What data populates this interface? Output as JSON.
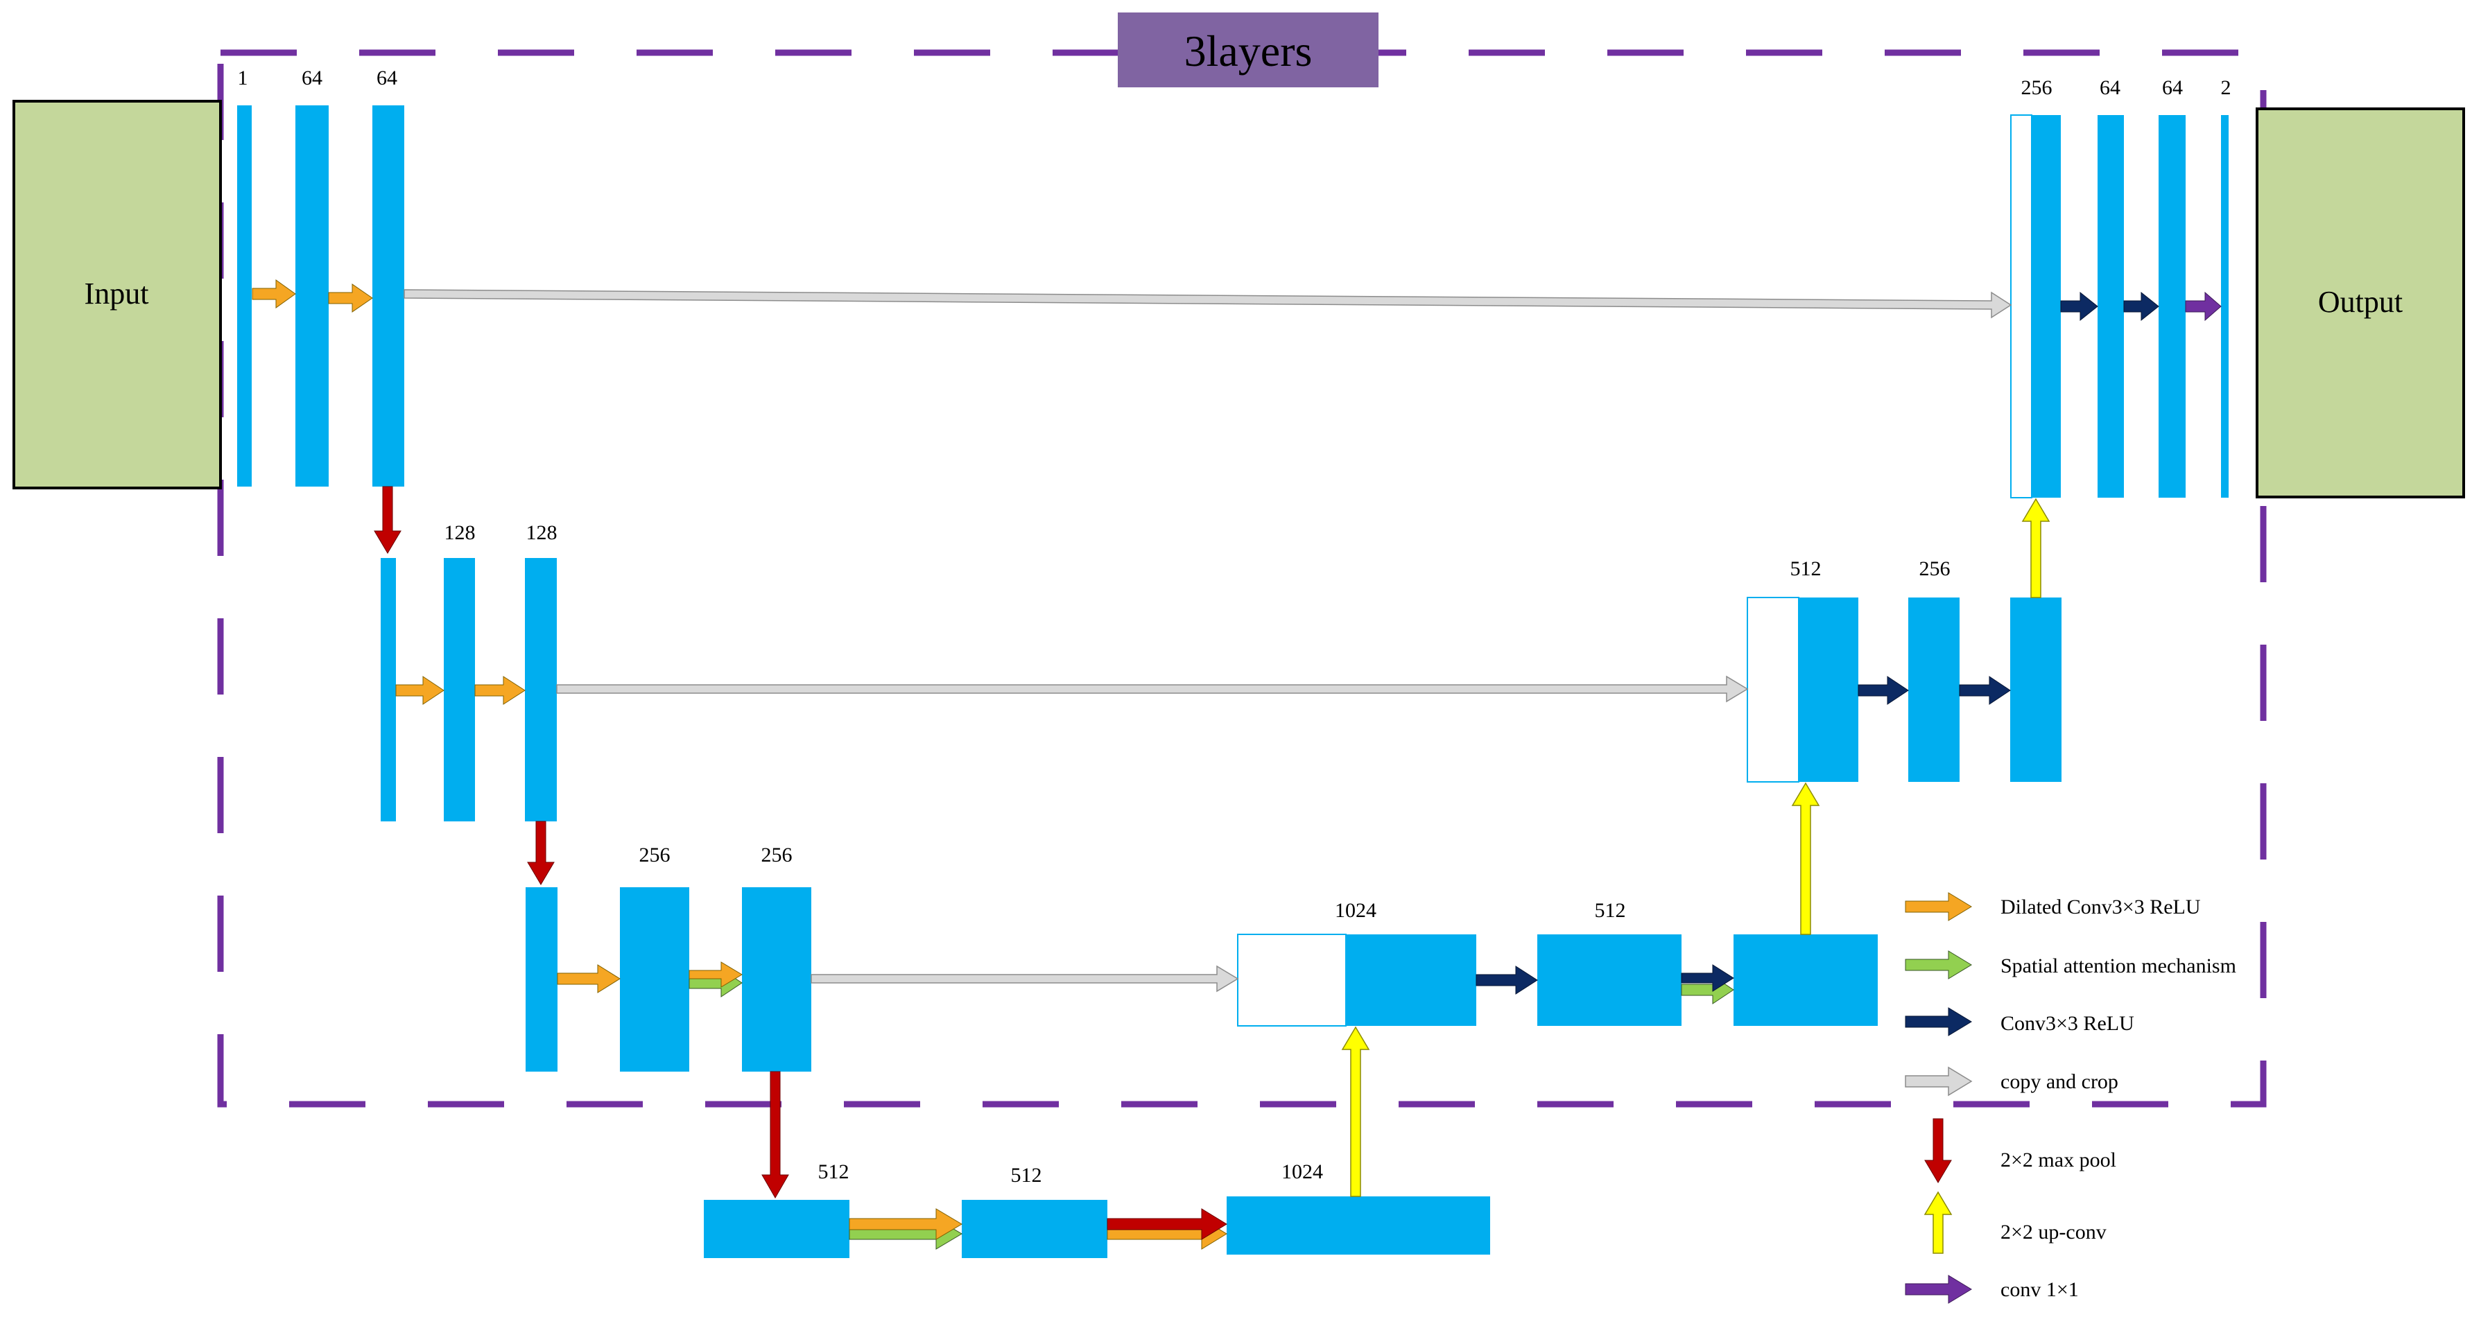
{
  "title": "3layers",
  "input_label": "Input",
  "output_label": "Output",
  "colors": {
    "block": "#00aeef",
    "io_fill": "#c4d79b",
    "frame": "#7030a0",
    "title_bg": "#8064a2",
    "dilated_conv": "#f5a623",
    "spatial_attention": "#92d050",
    "conv_relu": "#0c2a63",
    "copy_crop": "#d9d9d9",
    "max_pool": "#c00000",
    "up_conv": "#ffff00",
    "conv1x1": "#7030a0"
  },
  "channels": {
    "l1_in": "1",
    "l1_a": "64",
    "l1_b": "64",
    "l2_a": "128",
    "l2_b": "128",
    "l3_a": "256",
    "l3_b": "256",
    "l4_a": "512",
    "l4_b": "512",
    "l4_c": "1024",
    "u3_a": "1024",
    "u3_b": "512",
    "u2_a": "512",
    "u2_b": "256",
    "u1_a": "256",
    "u1_b": "64",
    "u1_c": "64",
    "u1_d": "2"
  },
  "legend": [
    {
      "key": "dilated_conv",
      "label": "Dilated Conv3×3 ReLU"
    },
    {
      "key": "spatial_attention",
      "label": "Spatial attention mechanism"
    },
    {
      "key": "conv_relu",
      "label": "Conv3×3 ReLU"
    },
    {
      "key": "copy_crop",
      "label": "copy and crop"
    },
    {
      "key": "max_pool",
      "label": "2×2 max pool"
    },
    {
      "key": "up_conv",
      "label": "2×2 up-conv"
    },
    {
      "key": "conv1x1",
      "label": "conv 1×1"
    }
  ]
}
